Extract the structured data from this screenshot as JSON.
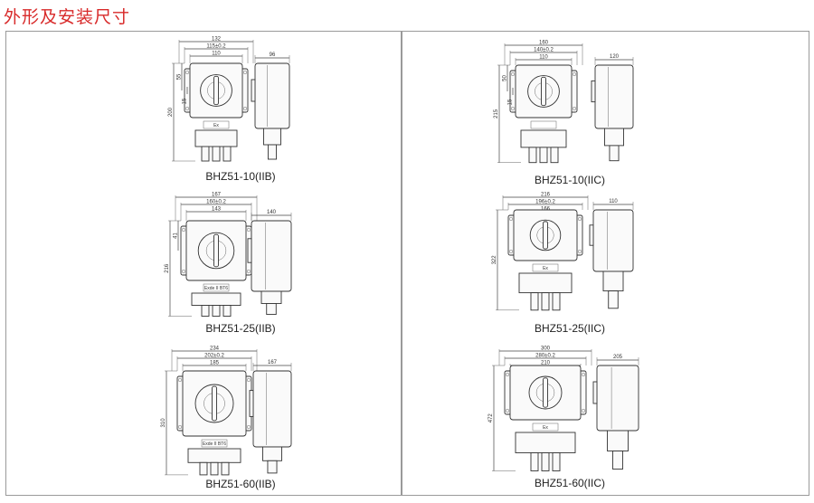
{
  "page_title": "外形及安装尺寸",
  "drawings": [
    {
      "model": "BHZ51-10(IIB)",
      "width": "132",
      "mount": "115±0.2",
      "inner": "110",
      "side": "96",
      "height": "200",
      "v1": "55",
      "v2": "15",
      "plate": "Ex"
    },
    {
      "model": "BHZ51-25(IIB)",
      "width": "167",
      "mount": "160±0.2",
      "inner": "143",
      "side": "140",
      "height": "216",
      "v1": "41",
      "v2": "",
      "plate": "Exde II BT6"
    },
    {
      "model": "BHZ51-60(IIB)",
      "width": "234",
      "mount": "202±0.2",
      "inner": "185",
      "side": "167",
      "height": "310",
      "v1": "",
      "v2": "",
      "plate": "Exde II BT6"
    },
    {
      "model": "BHZ51-10(IIC)",
      "width": "160",
      "mount": "140±0.2",
      "inner": "110",
      "side": "120",
      "height": "215",
      "v1": "50",
      "v2": "15",
      "plate": ""
    },
    {
      "model": "BHZ51-25(IIC)",
      "width": "216",
      "mount": "196±0.2",
      "inner": "166",
      "side": "110",
      "height": "322",
      "v1": "",
      "v2": "",
      "plate": "Ex"
    },
    {
      "model": "BHZ51-60(IIC)",
      "width": "300",
      "mount": "280±0.2",
      "inner": "210",
      "side": "205",
      "height": "472",
      "v1": "",
      "v2": "",
      "plate": "Ex"
    }
  ]
}
